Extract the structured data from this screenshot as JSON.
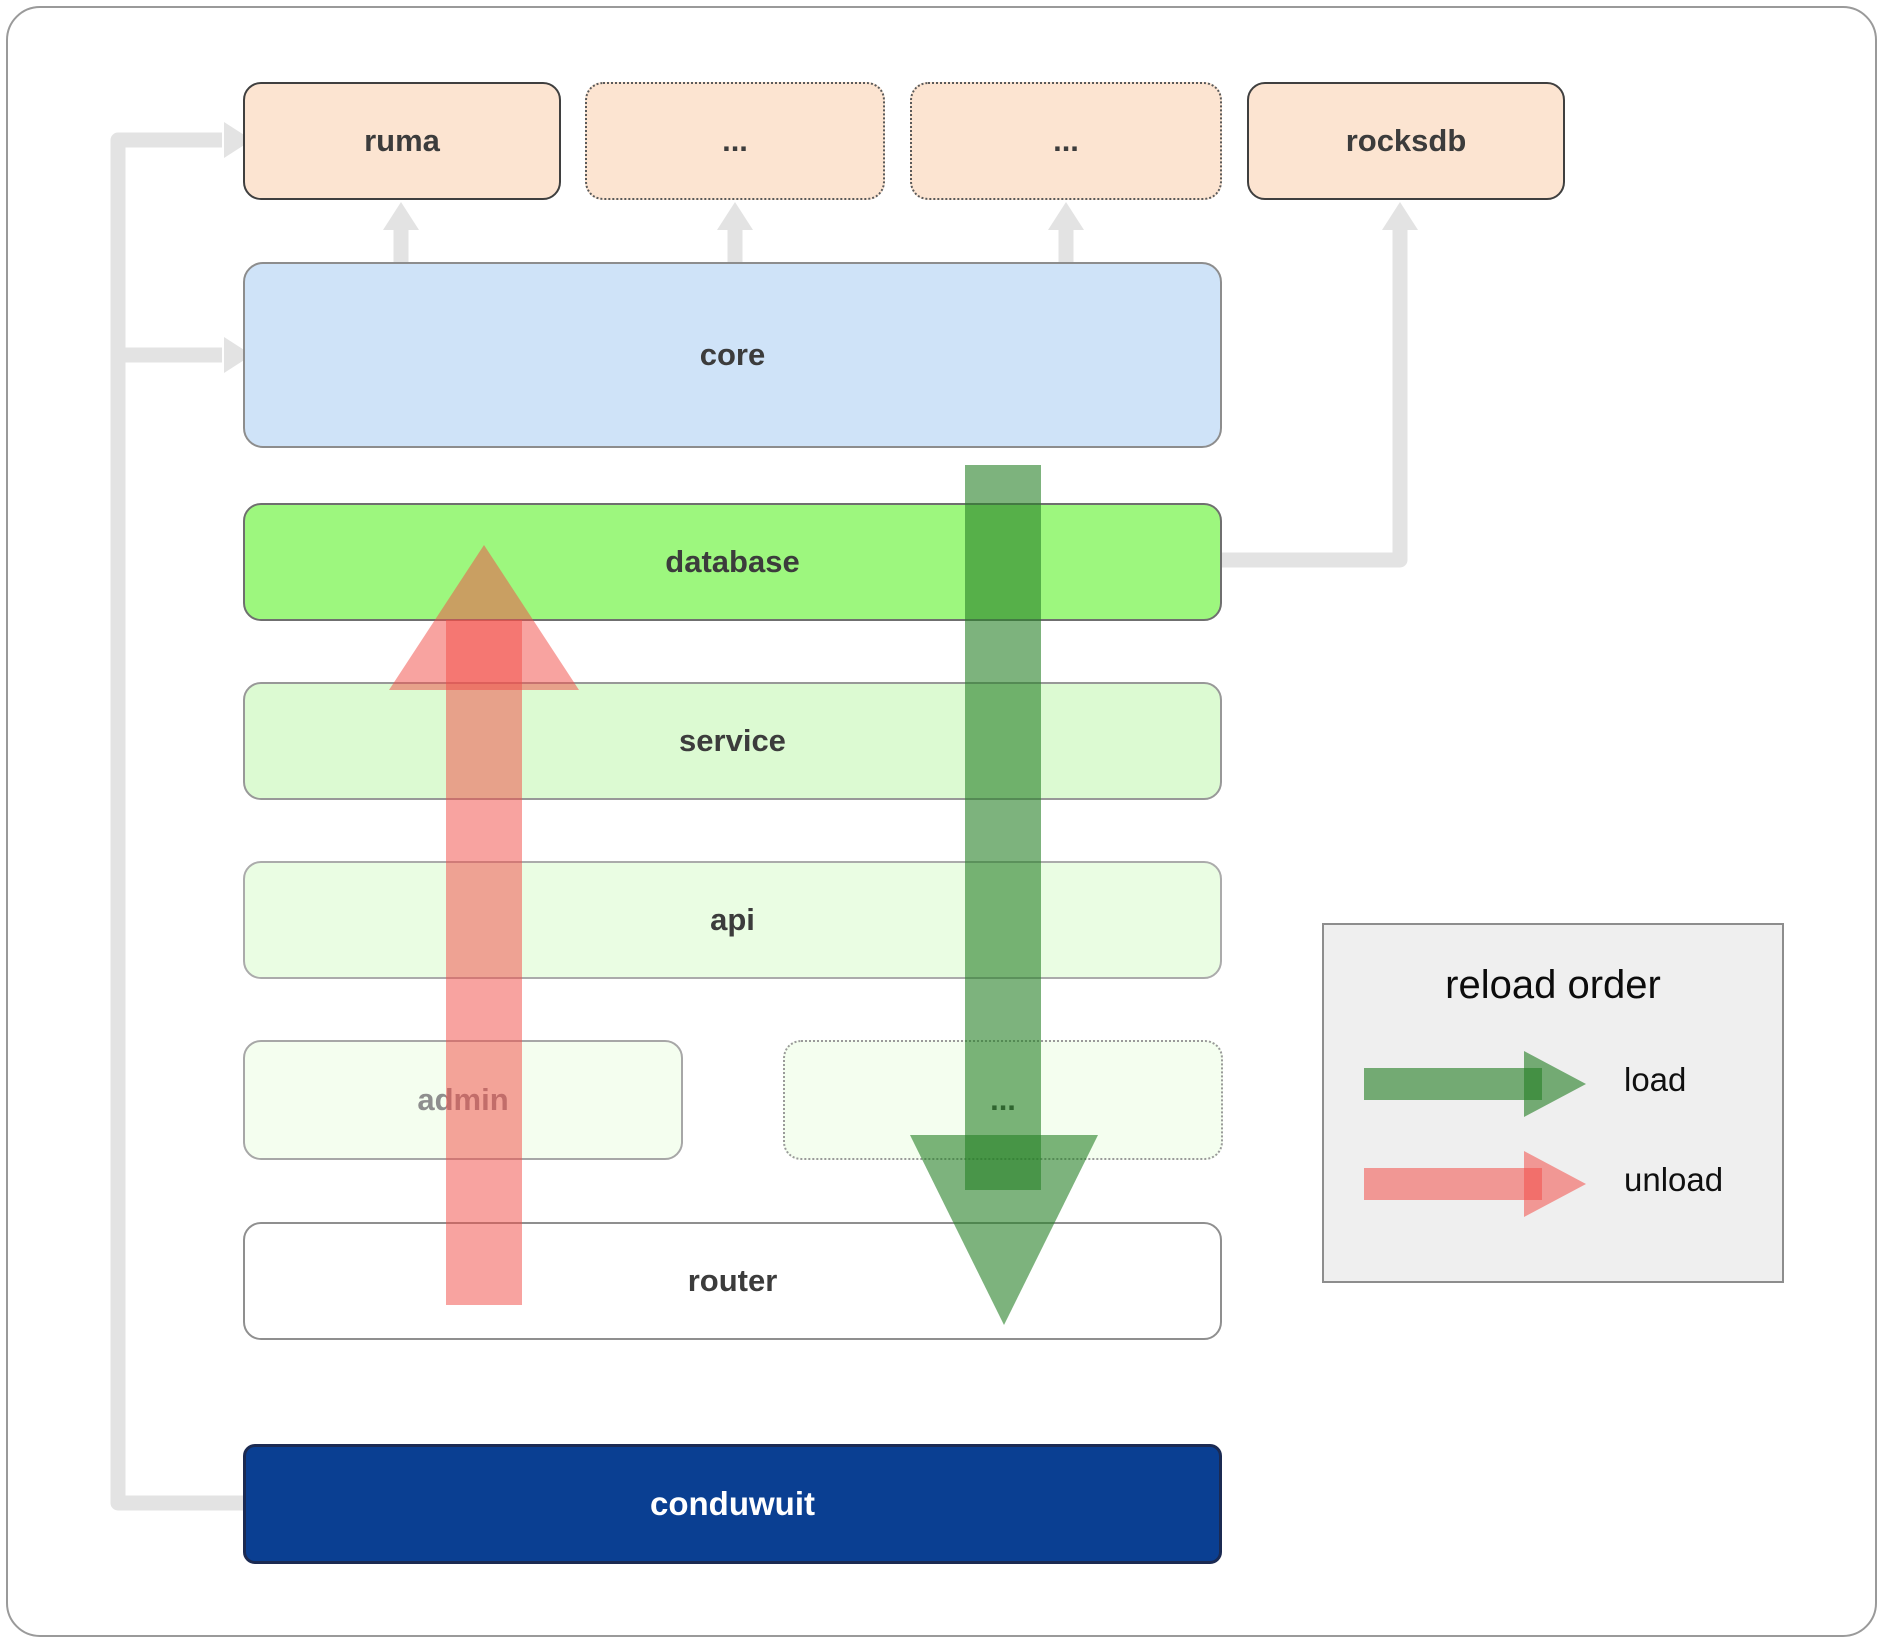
{
  "boxes": {
    "ruma": {
      "label": "ruma"
    },
    "dep1": {
      "label": "..."
    },
    "dep2": {
      "label": "..."
    },
    "rocksdb": {
      "label": "rocksdb"
    },
    "core": {
      "label": "core"
    },
    "database": {
      "label": "database"
    },
    "service": {
      "label": "service"
    },
    "api": {
      "label": "api"
    },
    "admin": {
      "label": "admin"
    },
    "more": {
      "label": "..."
    },
    "router": {
      "label": "router"
    },
    "conduwuit": {
      "label": "conduwuit"
    }
  },
  "legend": {
    "title": "reload order",
    "items": [
      {
        "label": "load",
        "color": "#2e8b2e"
      },
      {
        "label": "unload",
        "color": "#f25f5a"
      }
    ]
  },
  "colors": {
    "dependency_fill": "#fce4d1",
    "core_fill": "#cfe3f8",
    "database_fill": "#9df77e",
    "service_fill": "#dcfad2",
    "api_fill": "#eafde3",
    "admin_fill": "#f4feef",
    "conduwuit_fill": "#0a3f92",
    "connector_gray": "#e3e3e3",
    "load_arrow_green": "#2e8b2e",
    "unload_arrow_red": "#f25f5a",
    "legend_background": "#efefef"
  }
}
